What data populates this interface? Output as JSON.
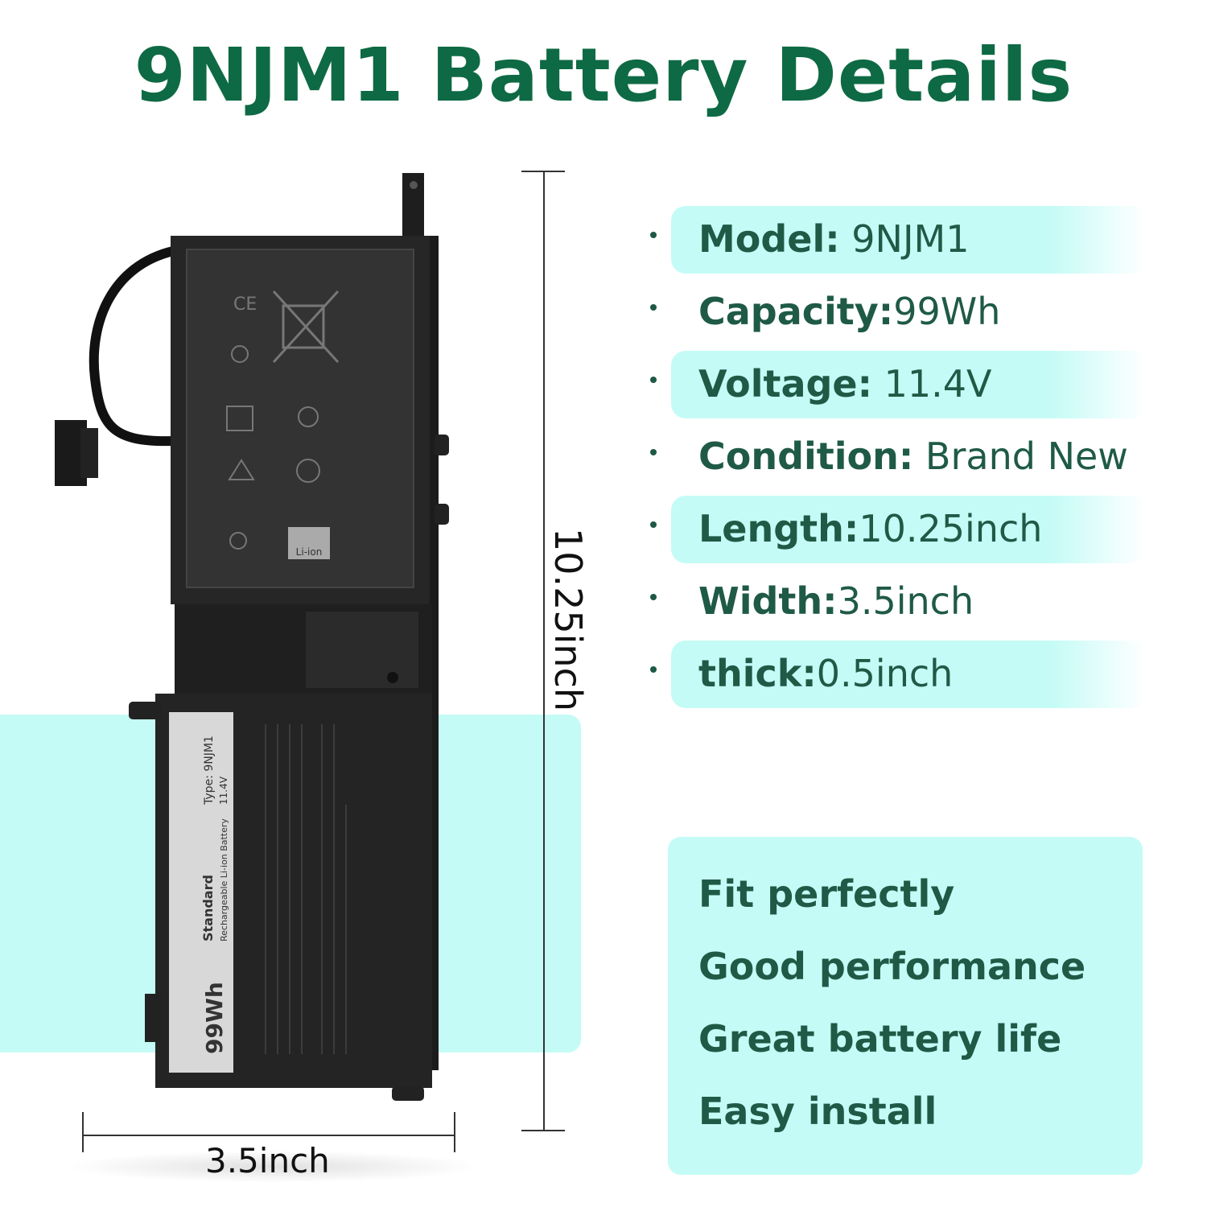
{
  "title": "9NJM1 Battery Details",
  "specs": [
    {
      "label": "Model:",
      "value": " 9NJM1"
    },
    {
      "label": "Capacity:",
      "value": "99Wh"
    },
    {
      "label": "Voltage:",
      "value": " 11.4V"
    },
    {
      "label": "Condition:",
      "value": " Brand New"
    },
    {
      "label": "Length:",
      "value": "10.25inch"
    },
    {
      "label": "Width:",
      "value": "3.5inch"
    },
    {
      "label": "thick:",
      "value": "0.5inch"
    }
  ],
  "features": [
    "Fit perfectly",
    "Good performance",
    "Great battery life",
    "Easy install"
  ],
  "dimensions": {
    "length_label": "10.25inch",
    "width_label": "3.5inch"
  },
  "battery_label": {
    "capacity": "99Wh",
    "grade": "Standard",
    "desc": "Rechargeable Li-ion Battery",
    "type": "Type: 9NJM1",
    "voltage": "11.4V",
    "recycle": "Li-ion"
  },
  "colors": {
    "accent": "#0e6a44",
    "panel": "#c5fbf6",
    "text": "#1f5a46"
  }
}
